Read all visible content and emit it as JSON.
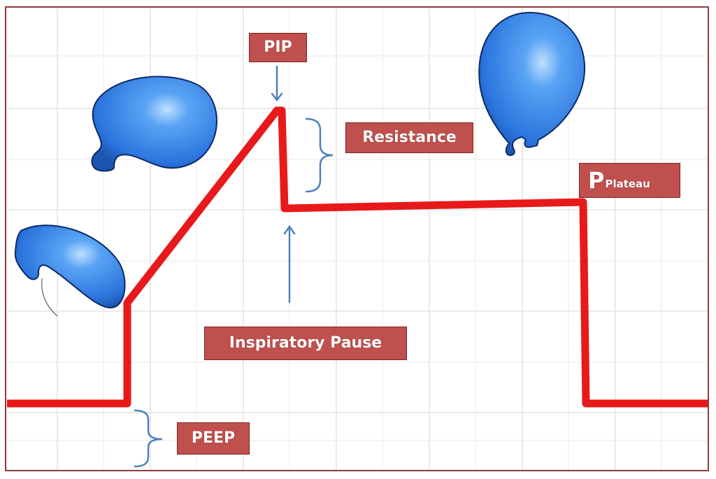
{
  "labels": {
    "pip": "PIP",
    "resistance": "Resistance",
    "pplateau_letter": "P",
    "pplateau_sub": "Plateau",
    "inspiratory_pause": "Inspiratory Pause",
    "peep": "PEEP"
  },
  "colors": {
    "waveform": "#e8191a",
    "label_fill": "#c0504d",
    "label_text": "#ffffff",
    "bracket_arrow": "#4f81bd",
    "balloon": "#2f80e8",
    "grid": "#e6e6e6",
    "frame": "#8f3b3b"
  },
  "icons": [
    "balloon-icon"
  ]
}
